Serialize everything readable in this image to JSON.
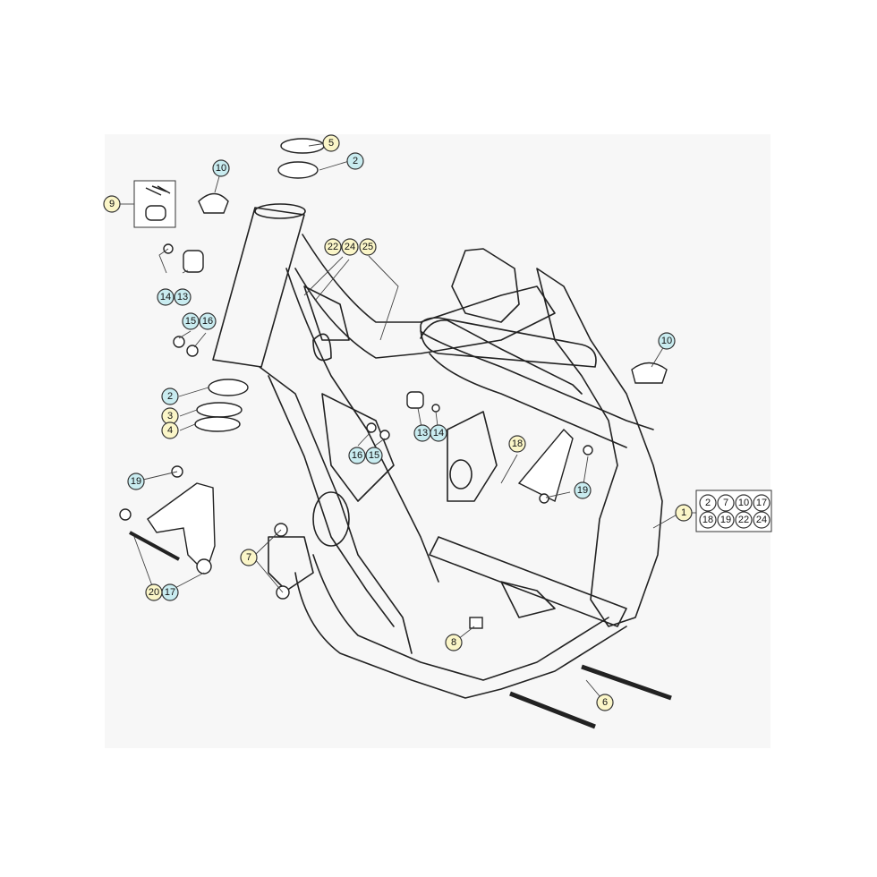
{
  "colors": {
    "yellow": "#fbf6c8",
    "cyan": "#c9ecf0",
    "background": "#f7f7f7",
    "line": "#222222"
  },
  "callouts": [
    {
      "id": "c1",
      "label": "1",
      "color": "yellow"
    },
    {
      "id": "c2a",
      "label": "2",
      "color": "cyan"
    },
    {
      "id": "c2b",
      "label": "2",
      "color": "cyan"
    },
    {
      "id": "c3",
      "label": "3",
      "color": "yellow"
    },
    {
      "id": "c4",
      "label": "4",
      "color": "yellow"
    },
    {
      "id": "c5",
      "label": "5",
      "color": "yellow"
    },
    {
      "id": "c6",
      "label": "6",
      "color": "yellow"
    },
    {
      "id": "c7",
      "label": "7",
      "color": "yellow"
    },
    {
      "id": "c8",
      "label": "8",
      "color": "yellow"
    },
    {
      "id": "c9",
      "label": "9",
      "color": "yellow"
    },
    {
      "id": "c10a",
      "label": "10",
      "color": "cyan"
    },
    {
      "id": "c10b",
      "label": "10",
      "color": "cyan"
    },
    {
      "id": "c13a",
      "label": "13",
      "color": "cyan"
    },
    {
      "id": "c13b",
      "label": "13",
      "color": "cyan"
    },
    {
      "id": "c14a",
      "label": "14",
      "color": "cyan"
    },
    {
      "id": "c14b",
      "label": "14",
      "color": "cyan"
    },
    {
      "id": "c15a",
      "label": "15",
      "color": "cyan"
    },
    {
      "id": "c15b",
      "label": "15",
      "color": "cyan"
    },
    {
      "id": "c16a",
      "label": "16",
      "color": "cyan"
    },
    {
      "id": "c16b",
      "label": "16",
      "color": "cyan"
    },
    {
      "id": "c17",
      "label": "17",
      "color": "cyan"
    },
    {
      "id": "c18",
      "label": "18",
      "color": "yellow"
    },
    {
      "id": "c19a",
      "label": "19",
      "color": "cyan"
    },
    {
      "id": "c19b",
      "label": "19",
      "color": "cyan"
    },
    {
      "id": "c20",
      "label": "20",
      "color": "yellow"
    },
    {
      "id": "c22",
      "label": "22",
      "color": "yellow"
    },
    {
      "id": "c24",
      "label": "24",
      "color": "yellow"
    },
    {
      "id": "c25",
      "label": "25",
      "color": "yellow"
    }
  ],
  "kit_box": {
    "items": [
      "2",
      "7",
      "10",
      "17",
      "18",
      "19",
      "22",
      "24"
    ]
  }
}
